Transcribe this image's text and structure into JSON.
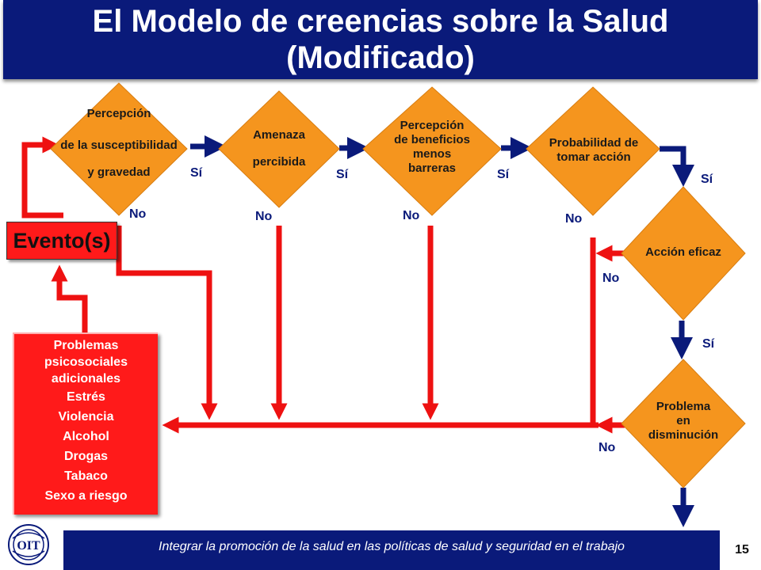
{
  "title": {
    "line1": "El Modelo de creencias sobre la Salud",
    "line2": "(Modificado)"
  },
  "diamonds": {
    "d1": {
      "line1": "Percepción",
      "line2": "de la susceptibilidad",
      "line3": "y gravedad"
    },
    "d2": {
      "line1": "Amenaza",
      "line2": "percibida"
    },
    "d3": {
      "line1": "Percepción",
      "line2": "de beneficios",
      "line3": "menos",
      "line4": "barreras"
    },
    "d4": {
      "line1": "Probabilidad de",
      "line2": "tomar acción"
    },
    "d5": {
      "line1": "Acción eficaz"
    },
    "d6": {
      "line1": "Problema",
      "line2": "en",
      "line3": "disminución"
    }
  },
  "labels": {
    "yes": "Sí",
    "no": "No"
  },
  "evento": "Evento(s)",
  "problemas": {
    "header1": "Problemas",
    "header2": "psicosociales",
    "header3": "adicionales",
    "items": [
      "Estrés",
      "Violencia",
      "Alcohol",
      "Drogas",
      "Tabaco",
      "Sexo a riesgo"
    ]
  },
  "footer": {
    "text": "Integrar la promoción de la salud en las políticas de salud y seguridad en el trabajo",
    "page": "15",
    "logo_text": "OIT"
  },
  "colors": {
    "navy": "#0a1a7a",
    "orange": "#f5951e",
    "red": "#ee1111"
  }
}
